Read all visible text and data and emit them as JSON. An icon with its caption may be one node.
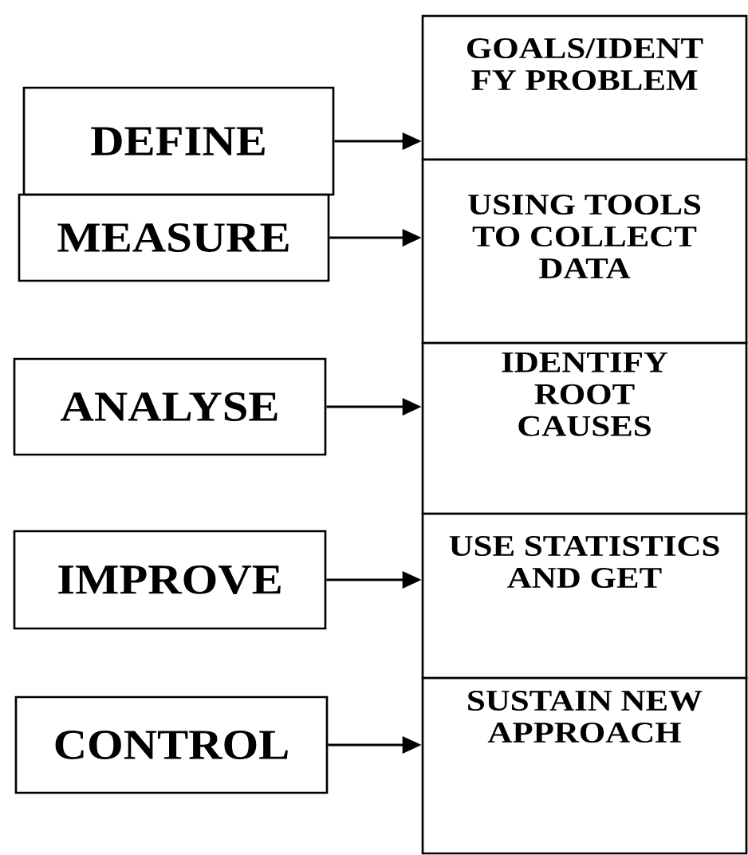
{
  "diagram": {
    "nodes": [
      {
        "text": [
          "DEFINE"
        ]
      },
      {
        "text": [
          "GOALS/IDENT FY PROBLEM"
        ]
      },
      {
        "text": [
          "MEASURE"
        ]
      },
      {
        "text": [
          "USING TOOLS TO COLLECT DATA"
        ]
      },
      {
        "text": [
          "ANALYSE"
        ]
      },
      {
        "text": [
          "IDENTIFY ROOT CAUSES"
        ]
      },
      {
        "text": [
          "IMPROVE"
        ]
      },
      {
        "text": [
          "USE STATISTICS AND GET"
        ]
      },
      {
        "text": [
          "CONTROL"
        ]
      },
      {
        "text": [
          "SUSTAIN NEW APPROACH"
        ]
      }
    ],
    "edges": [
      {
        "from": 0,
        "to": 1,
        "arrow": "to"
      },
      {
        "from": 2,
        "to": 3,
        "arrow": "to"
      },
      {
        "from": 4,
        "to": 5,
        "arrow": "to"
      },
      {
        "from": 6,
        "to": 7,
        "arrow": "to"
      },
      {
        "from": 8,
        "to": 9,
        "arrow": "to"
      }
    ]
  }
}
